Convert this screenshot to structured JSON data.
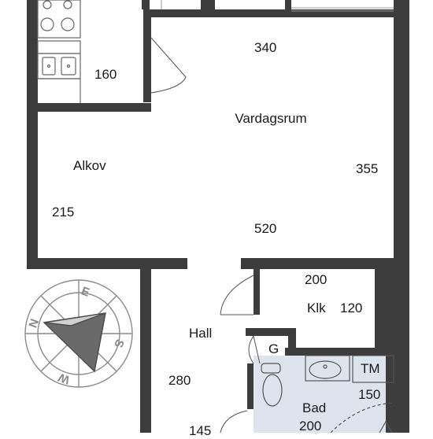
{
  "rooms": {
    "kitchen": {
      "dim_1": "160"
    },
    "living_room": {
      "name": "Vardagsrum",
      "dim_1": "340",
      "dim_2": "355",
      "dim_3": "520"
    },
    "alcove": {
      "name": "Alkov",
      "dim_1": "215"
    },
    "hall": {
      "name": "Hall",
      "dim_1": "280",
      "dim_2": "145"
    },
    "closet": {
      "name": "Klk",
      "dim_1": "200",
      "dim_2": "120"
    },
    "cabinet": {
      "name": "G"
    },
    "washer": {
      "name": "TM",
      "dim_1": "150"
    },
    "bathroom": {
      "name": "Bad",
      "dim_1": "200"
    }
  },
  "compass": {
    "n": "N",
    "e": "E",
    "s": "S",
    "w": "W"
  },
  "colors": {
    "wall": "#3d3d3d",
    "bathroom_floor": "#dde4ee",
    "fixture": "#555555",
    "compass": "#8a8a8a"
  }
}
